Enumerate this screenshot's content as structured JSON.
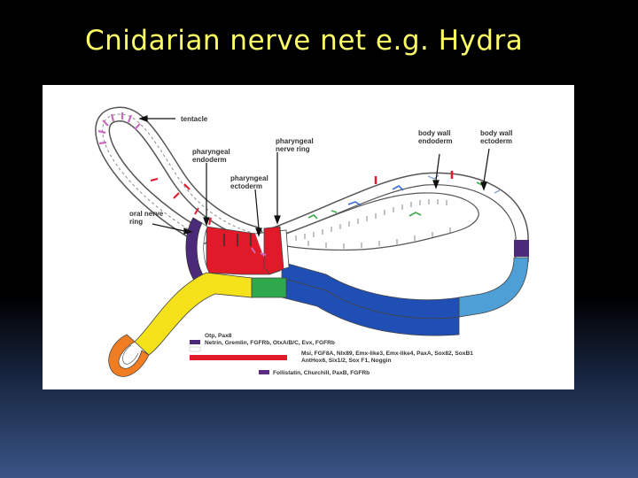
{
  "slide": {
    "title": "Cnidarian nerve net e.g. Hydra"
  },
  "diagram": {
    "labels": {
      "tentacle": "tentacle",
      "pharyngeal_endoderm_1": "pharyngeal",
      "pharyngeal_endoderm_2": "endoderm",
      "pharyngeal_nerve_ring_1": "pharyngeal",
      "pharyngeal_nerve_ring_2": "nerve ring",
      "pharyngeal_ectoderm_1": "pharyngeal",
      "pharyngeal_ectoderm_2": "ectoderm",
      "oral_nerve_ring_1": "oral nerve",
      "oral_nerve_ring_2": "ring",
      "body_wall_endoderm_1": "body wall",
      "body_wall_endoderm_2": "endoderm",
      "body_wall_ectoderm_1": "body wall",
      "body_wall_ectoderm_2": "ectoderm"
    },
    "legend": [
      {
        "color": "#ffffff",
        "text": "Otp, Pax8"
      },
      {
        "color": "#4b2a7a",
        "text": "Netrin, Gremlin, FGFRb, OtxA/B/C, Evx, FGFRb"
      },
      {
        "color": "#e11a2a",
        "text": "Msi, FGF8A, Nlx89, Emx-like3, Emx-like4, PaxA, Sox82, SoxB1"
      },
      {
        "color": "#e11a2a",
        "text": "AntHox6, Six1/2, Sox F1, Noggin"
      },
      {
        "color": "#5b2c82",
        "text": "Follistatin, Churchill, PaxB, FGFRb"
      }
    ],
    "colors": {
      "yellow": "#f5e21b",
      "orange": "#f07d22",
      "green": "#2fa84b",
      "blue": "#1f4fb4",
      "light_blue": "#4d9fd6",
      "purple": "#4b2a7a",
      "red": "#e11a2a",
      "pink": "#c86bc0"
    }
  }
}
